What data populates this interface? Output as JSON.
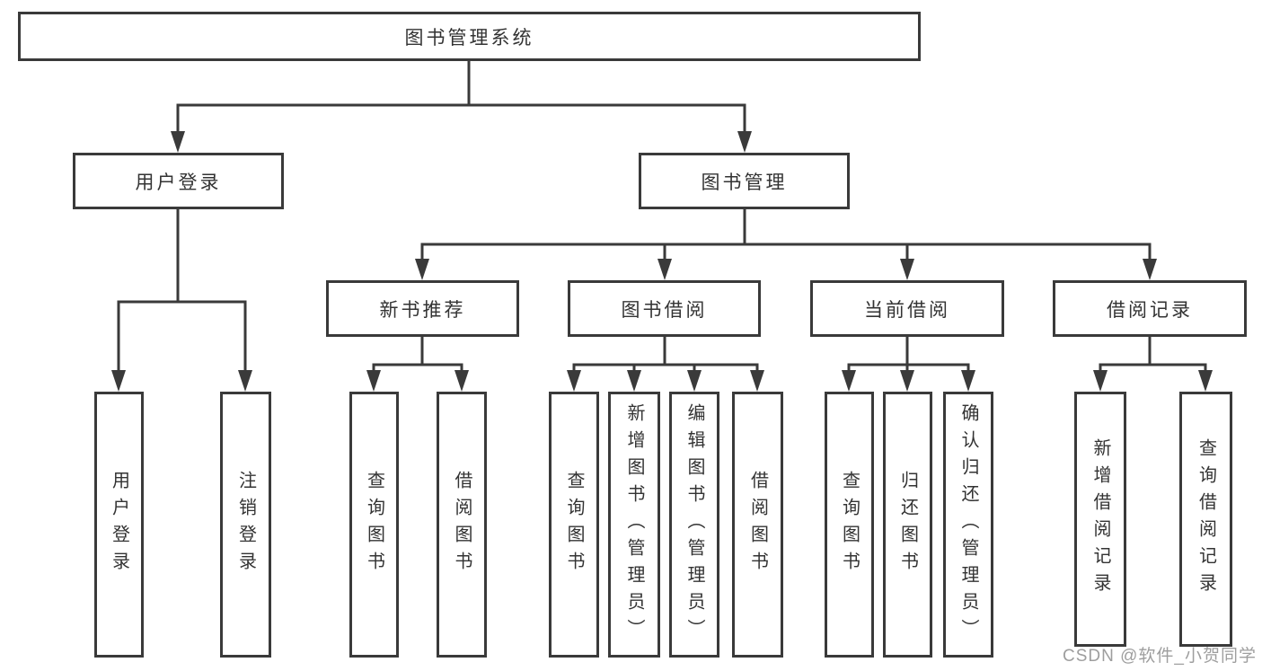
{
  "diagram": {
    "root": {
      "label": "图书管理系统"
    },
    "level1": [
      {
        "label": "用户登录"
      },
      {
        "label": "图书管理"
      }
    ],
    "level2": [
      {
        "label": "新书推荐"
      },
      {
        "label": "图书借阅"
      },
      {
        "label": "当前借阅"
      },
      {
        "label": "借阅记录"
      }
    ],
    "leaves": {
      "user_login": [
        {
          "label": "用户登录"
        },
        {
          "label": "注销登录"
        }
      ],
      "new_book": [
        {
          "label": "查询图书"
        },
        {
          "label": "借阅图书"
        }
      ],
      "borrow": [
        {
          "label": "查询图书"
        },
        {
          "label": "新增图书（管理员）"
        },
        {
          "label": "编辑图书（管理员）"
        },
        {
          "label": "借阅图书"
        }
      ],
      "current": [
        {
          "label": "查询图书"
        },
        {
          "label": "归还图书"
        },
        {
          "label": "确认归还（管理员）"
        }
      ],
      "records": [
        {
          "label": "新增借阅记录"
        },
        {
          "label": "查询借阅记录"
        }
      ]
    }
  },
  "watermark": {
    "text": "CSDN @软件_小贺同学"
  },
  "colors": {
    "line": "#3a3a3a",
    "text": "#333333",
    "watermark": "#9e9e9e",
    "background": "#ffffff"
  }
}
